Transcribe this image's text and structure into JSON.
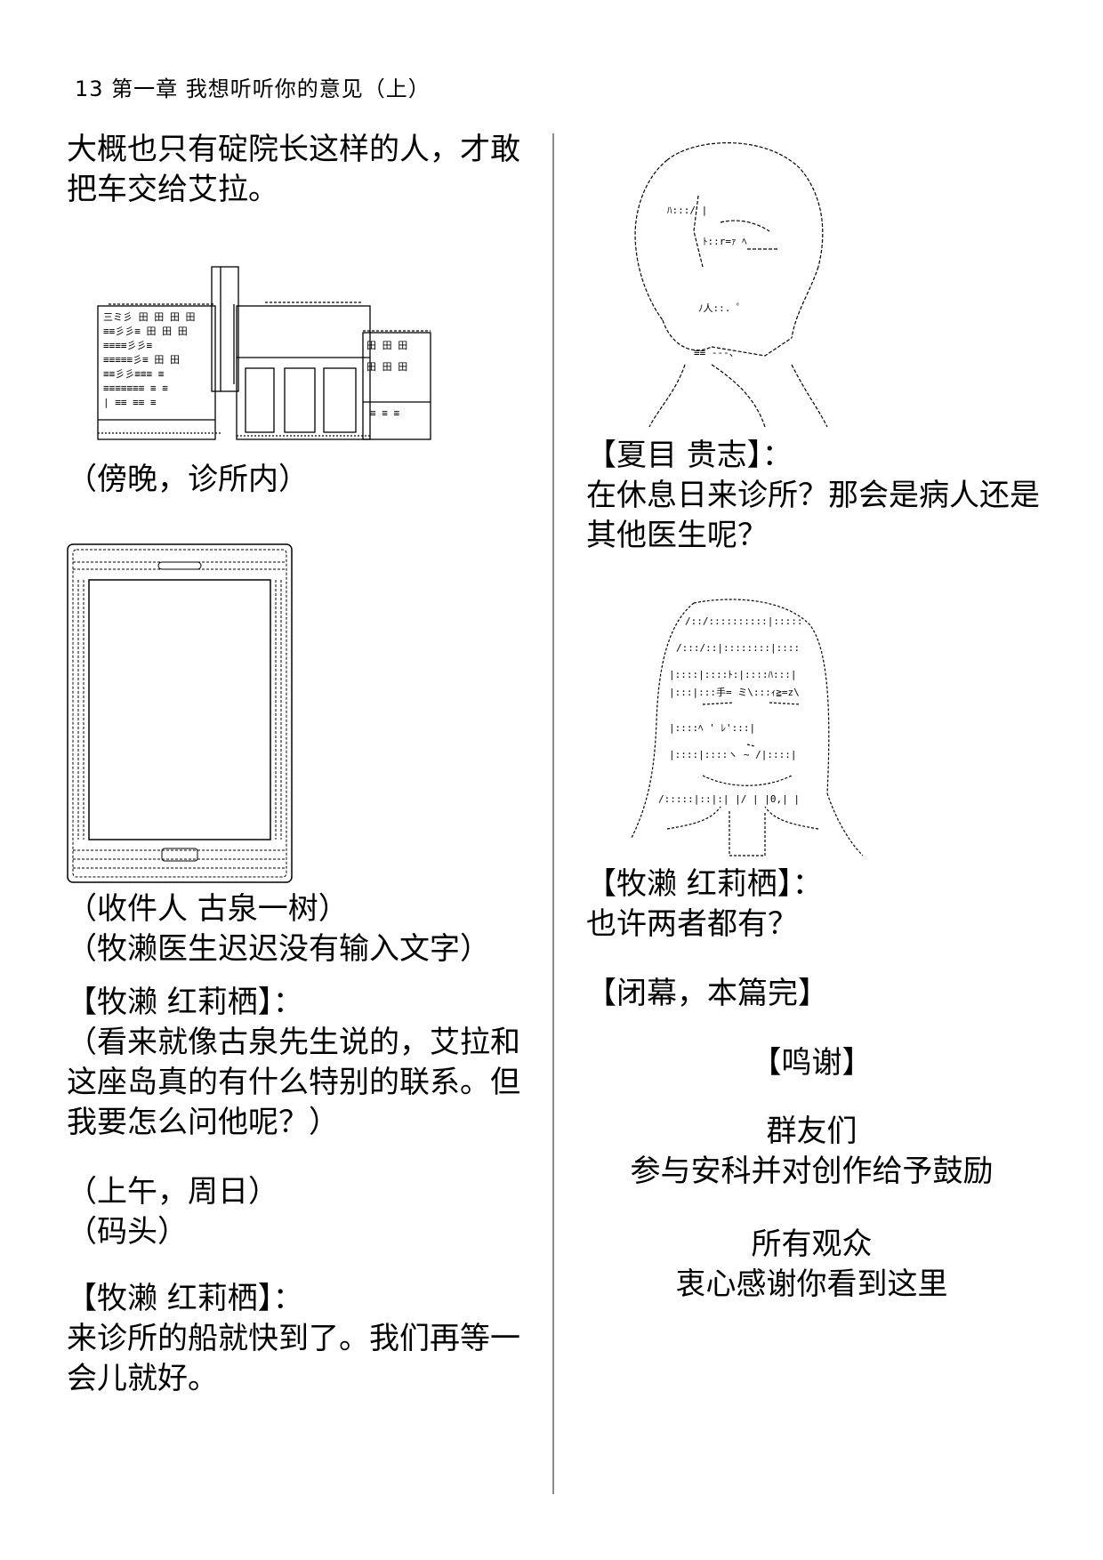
{
  "header": "13  第一章 我想听听你的意见（上）",
  "left": {
    "intro": [
      "大概也只有碇院长这样的人，才敢",
      "把车交给艾拉。"
    ],
    "scene1": "（傍晚，诊所内）",
    "recipient": "（收件人  古泉一树）",
    "no_input": "（牧濑医生迟迟没有输入文字）",
    "speaker1": "【牧濑 红莉栖】：",
    "thought": [
      "（看来就像古泉先生说的，艾拉和",
      "这座岛真的有什么特别的联系。但",
      "我要怎么问他呢？）"
    ],
    "time": "（上午，周日）",
    "place": "（码头）",
    "speaker2": "【牧濑 红莉栖】：",
    "line2": [
      "来诊所的船就快到了。我们再等一",
      "会儿就好。"
    ]
  },
  "right": {
    "speaker_natsume": "【夏目 贵志】：",
    "natsume_line": [
      "在休息日来诊所？那会是病人还是",
      "其他医生呢？"
    ],
    "speaker_makise": "【牧濑 红莉栖】：",
    "makise_line": "也许两者都有？",
    "curtain": "【闭幕，本篇完】",
    "thanks_title": "【鸣谢】",
    "thanks1": [
      "群友们",
      "参与安科并对创作给予鼓励"
    ],
    "thanks2": [
      "所有观众",
      "衷心感谢你看到这里"
    ]
  }
}
